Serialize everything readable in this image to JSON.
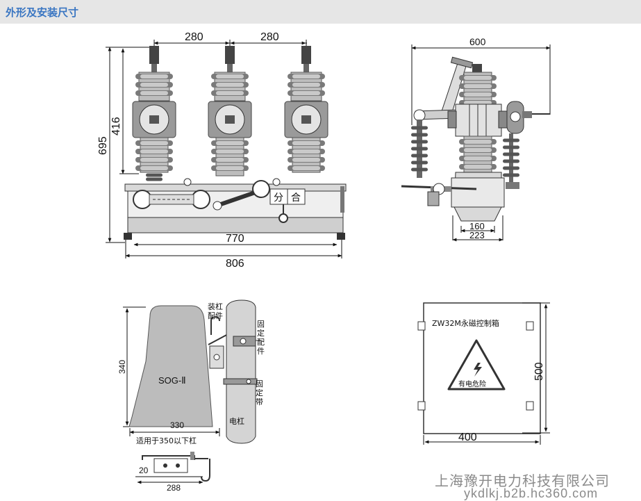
{
  "header": {
    "title": "外形及安装尺寸"
  },
  "front_view": {
    "dims": {
      "pitch_left": "280",
      "pitch_right": "280",
      "total_height": "695",
      "upper_height": "416",
      "base_inner": "770",
      "base_outer": "806"
    },
    "panel_text": {
      "open": "分",
      "close": "合"
    }
  },
  "side_view": {
    "dims": {
      "width": "600",
      "inner_width": "160",
      "outer_width": "223"
    }
  },
  "pole_mount": {
    "box_label": "SOG-Ⅱ",
    "dims": {
      "height": "340",
      "width": "330",
      "bracket_height": "20",
      "bracket_width": "288"
    },
    "callouts": {
      "pole_fitting": [
        "装杠",
        "配件"
      ],
      "fixing_fitting": [
        "固",
        "定",
        "配",
        "件"
      ],
      "fixing_strap": [
        "固",
        "定",
        "带"
      ],
      "pole": "电杠"
    },
    "note": "适用于350以下杠"
  },
  "control_box": {
    "title": "ZW32M永磁控制箱",
    "warning": "有电危险",
    "dims": {
      "height": "500",
      "width": "400"
    }
  },
  "watermark": {
    "company": "上海豫开电力科技有限公司",
    "url": "ykdlkj.b2b.hc360.com"
  }
}
